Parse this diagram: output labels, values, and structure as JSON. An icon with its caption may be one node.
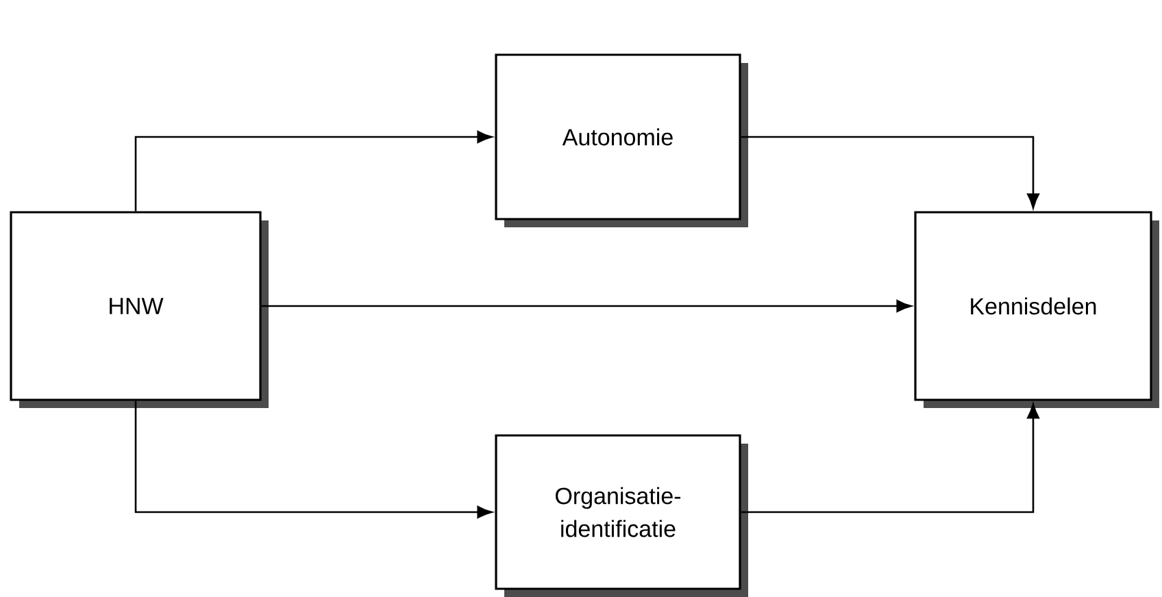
{
  "diagram": {
    "nodes": [
      {
        "text": [
          "HNW"
        ]
      },
      {
        "text": [
          "Autonomie"
        ]
      },
      {
        "text": [
          "Organisatie- identificatie"
        ]
      },
      {
        "text": [
          "Kennisdelen"
        ]
      }
    ],
    "edges": [
      {
        "from": 0,
        "to": 1,
        "arrow": "to"
      },
      {
        "from": 0,
        "to": 3,
        "arrow": "to"
      },
      {
        "from": 0,
        "to": 2,
        "arrow": "to"
      },
      {
        "from": 1,
        "to": 3,
        "arrow": "to"
      },
      {
        "from": 2,
        "to": 3,
        "arrow": "to"
      }
    ]
  }
}
